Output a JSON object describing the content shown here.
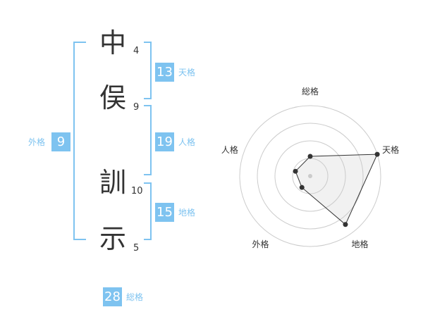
{
  "colors": {
    "accent": "#7ec3f0",
    "text": "#333333",
    "grid": "#cccccc"
  },
  "characters": [
    {
      "char": "中",
      "strokes": "4"
    },
    {
      "char": "俣",
      "strokes": "9"
    },
    {
      "char": "訓",
      "strokes": "10"
    },
    {
      "char": "示",
      "strokes": "5"
    }
  ],
  "fortunes": {
    "tenkaku": {
      "value": "13",
      "label": "天格"
    },
    "jinkaku": {
      "value": "19",
      "label": "人格"
    },
    "chikaku": {
      "value": "15",
      "label": "地格"
    },
    "gaikaku": {
      "value": "9",
      "label": "外格"
    },
    "soukaku": {
      "value": "28",
      "label": "総格"
    }
  },
  "chart_data": {
    "type": "radar",
    "axes": [
      "総格",
      "天格",
      "地格",
      "外格",
      "人格"
    ],
    "values": [
      0.28,
      1.0,
      0.85,
      0.2,
      0.22
    ],
    "range": [
      0,
      1
    ],
    "rings": 4
  }
}
